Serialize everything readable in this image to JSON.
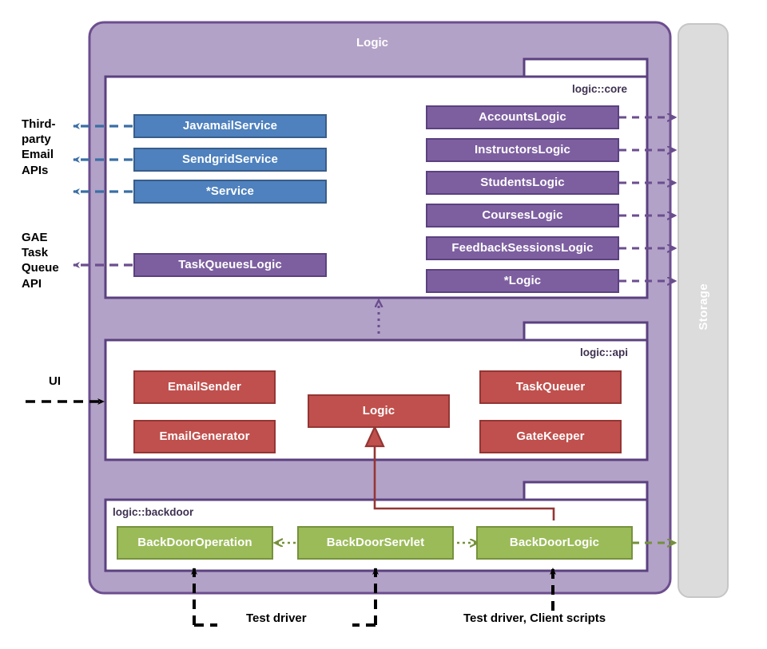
{
  "diagram": {
    "title": "Logic",
    "outer_package_label": "Logic",
    "storage_label": "Storage",
    "colors": {
      "outer_fill": "#B3A2C7",
      "outer_border": "#6C4E8F",
      "package_fill": "#FFFFFF",
      "package_border": "#5B4180",
      "blue_fill": "#4E81BD",
      "blue_border": "#385D8A",
      "purple_fill": "#7D5FA0",
      "purple_border": "#5B4180",
      "red_fill": "#C0504D",
      "red_border": "#943634",
      "green_fill": "#9BBB59",
      "green_border": "#76923C",
      "storage_fill": "#DCDCDC",
      "storage_border": "#BFBFBF",
      "text_dark": "#000000"
    }
  },
  "packages": [
    {
      "id": "core",
      "label": "logic::core"
    },
    {
      "id": "api",
      "label": "logic::api"
    },
    {
      "id": "backdoor",
      "label": "logic::backdoor"
    }
  ],
  "core": {
    "services": [
      {
        "label": "JavamailService"
      },
      {
        "label": "SendgridService"
      },
      {
        "label": "*Service"
      }
    ],
    "task_queues": {
      "label": "TaskQueuesLogic"
    },
    "logics": [
      {
        "label": "AccountsLogic"
      },
      {
        "label": "InstructorsLogic"
      },
      {
        "label": "StudentsLogic"
      },
      {
        "label": "CoursesLogic"
      },
      {
        "label": "FeedbackSessionsLogic"
      },
      {
        "label": "*Logic"
      }
    ]
  },
  "api": {
    "left": [
      {
        "label": "EmailSender"
      },
      {
        "label": "EmailGenerator"
      }
    ],
    "center": {
      "label": "Logic"
    },
    "right": [
      {
        "label": "TaskQueuer"
      },
      {
        "label": "GateKeeper"
      }
    ]
  },
  "backdoor": {
    "nodes": [
      {
        "label": "BackDoorOperation"
      },
      {
        "label": "BackDoorServlet"
      },
      {
        "label": "BackDoorLogic"
      }
    ]
  },
  "external_labels": {
    "third_party": "Third-\nparty\nEmail\nAPIs",
    "third_party_lines": [
      "Third-",
      "party",
      "Email",
      "APIs"
    ],
    "gae": "GAE\nTask\nQueue\nAPI",
    "gae_lines": [
      "GAE",
      "Task",
      "Queue",
      "API"
    ],
    "ui": "UI",
    "test_driver": "Test driver",
    "test_driver_client": "Test driver, Client scripts"
  }
}
